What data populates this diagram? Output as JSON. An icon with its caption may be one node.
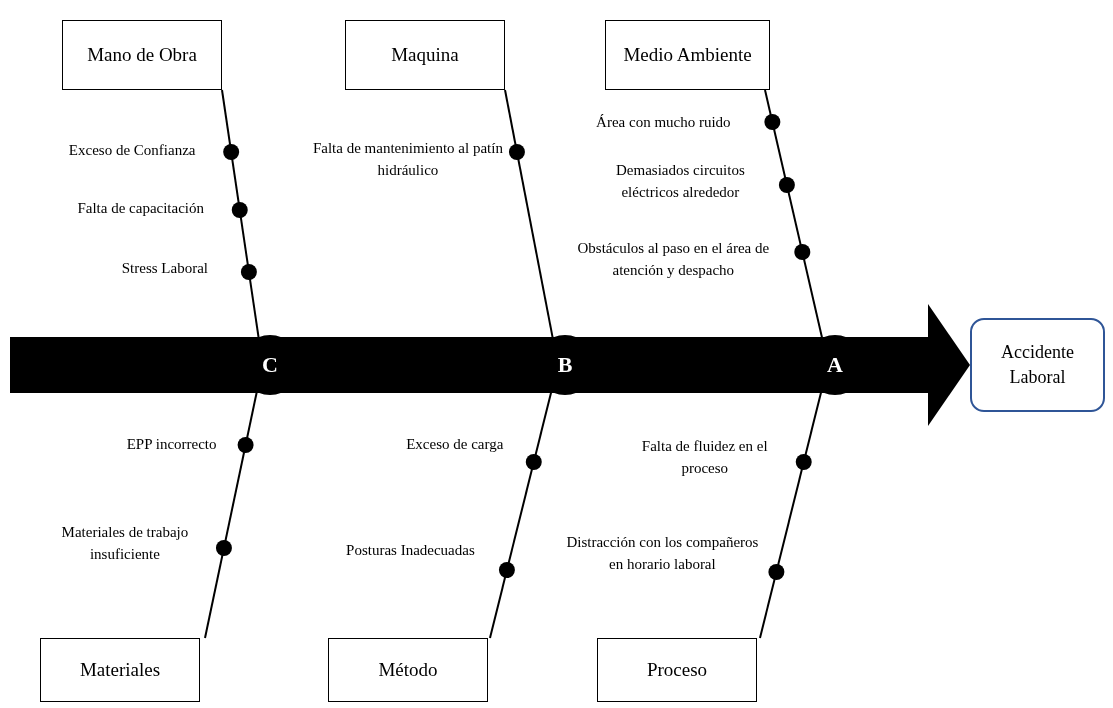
{
  "diagram": {
    "nodes": [
      {
        "text": [
          "Mano de Obra"
        ]
      },
      {
        "text": [
          "Maquina"
        ]
      },
      {
        "text": [
          "Medio Ambiente"
        ]
      },
      {
        "text": [
          "Materiales"
        ]
      },
      {
        "text": [
          "Método"
        ]
      },
      {
        "text": [
          "Proceso"
        ]
      },
      {
        "text": [
          "Accidente Laboral"
        ]
      },
      {
        "text": [
          "C"
        ]
      },
      {
        "text": [
          "B"
        ]
      },
      {
        "text": [
          "A"
        ]
      }
    ],
    "edges": [
      {
        "from": 0,
        "to": 7,
        "arrow": "none"
      },
      {
        "from": 3,
        "to": 7,
        "arrow": "none"
      },
      {
        "from": 1,
        "to": 8,
        "arrow": "none"
      },
      {
        "from": 4,
        "to": 8,
        "arrow": "none"
      },
      {
        "from": 2,
        "to": 9,
        "arrow": "none"
      },
      {
        "from": 5,
        "to": 9,
        "arrow": "none"
      },
      {
        "from": null,
        "to": 6,
        "arrow": "to",
        "style": "thick"
      }
    ],
    "labels": [
      "Exceso de Confianza",
      "Falta de capacitación",
      "Stress Laboral",
      "Falta de mantenimiento al patín hidráulico",
      "Área con mucho ruido",
      "Demasiados circuitos eléctricos alrededor",
      "Obstáculos al paso en el área de atención y despacho",
      "EPP incorrecto",
      "Materiales de trabajo insuficiente",
      "Exceso de carga",
      "Posturas Inadecuadas",
      "Falta de fluidez en el proceso",
      "Distracción con los compañeros en horario laboral"
    ]
  }
}
